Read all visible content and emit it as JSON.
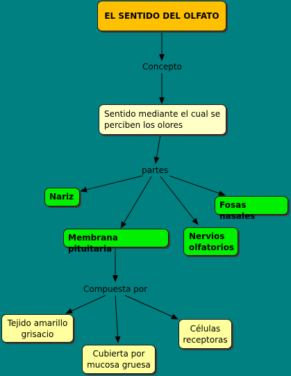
{
  "title": "EL SENTIDO DEL OLFATO",
  "links": {
    "concept": "Concepto",
    "parts": "partes",
    "composed": "Compuesta por"
  },
  "concept_box": "Sentido mediante el cual se perciben los olores",
  "parts": {
    "nariz": "Nariz",
    "fosas": "Fosas nasales",
    "membrana": "Membrana pituitaria",
    "nervios": "Nervios olfatorios"
  },
  "components": {
    "tejido": "Tejido amarillo grisacio",
    "cubierta": "Cubierta por mucosa gruesa",
    "celulas": "Células receptoras"
  },
  "colors": {
    "background": "#008080",
    "title_fill": "#ffc000",
    "concept_fill": "#ffffc6",
    "part_fill": "#00f000",
    "component_fill": "#ffff9e"
  }
}
